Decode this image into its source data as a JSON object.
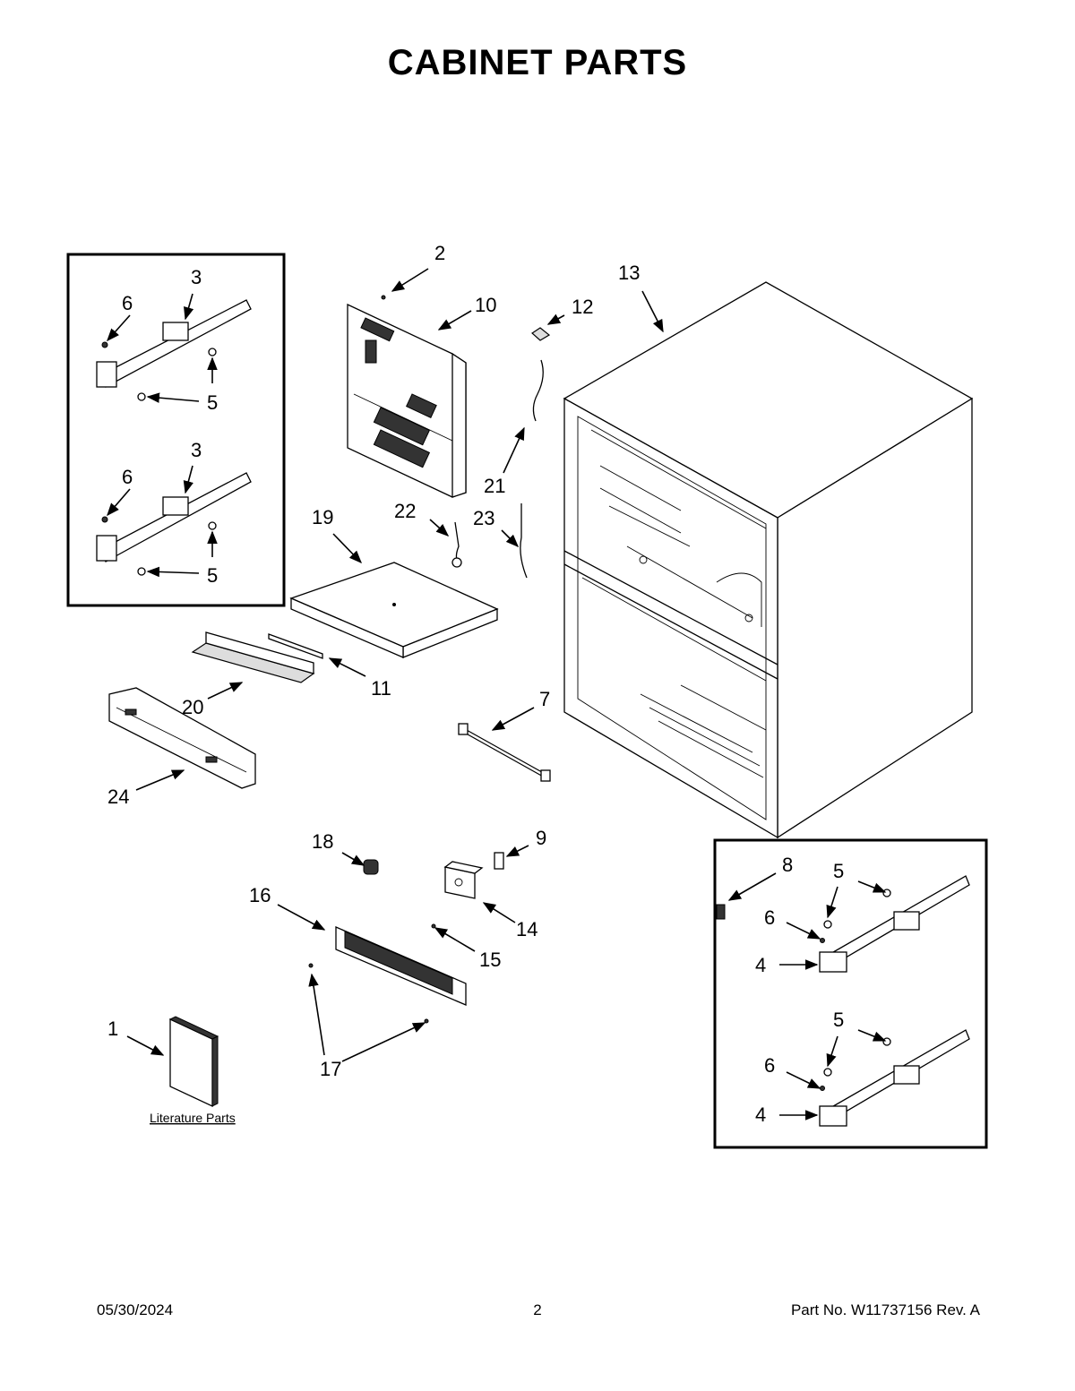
{
  "title": "CABINET PARTS",
  "callouts": [
    "1",
    "2",
    "3",
    "3",
    "4",
    "4",
    "5",
    "5",
    "5",
    "5",
    "6",
    "6",
    "6",
    "6",
    "7",
    "8",
    "9",
    "10",
    "11",
    "12",
    "13",
    "14",
    "15",
    "16",
    "17",
    "18",
    "19",
    "20",
    "21",
    "22",
    "23",
    "24"
  ],
  "literature_label": "Literature Parts",
  "footer": {
    "date": "05/30/2024",
    "page": "2",
    "part_number": "Part No.  W11737156  Rev.  A"
  }
}
